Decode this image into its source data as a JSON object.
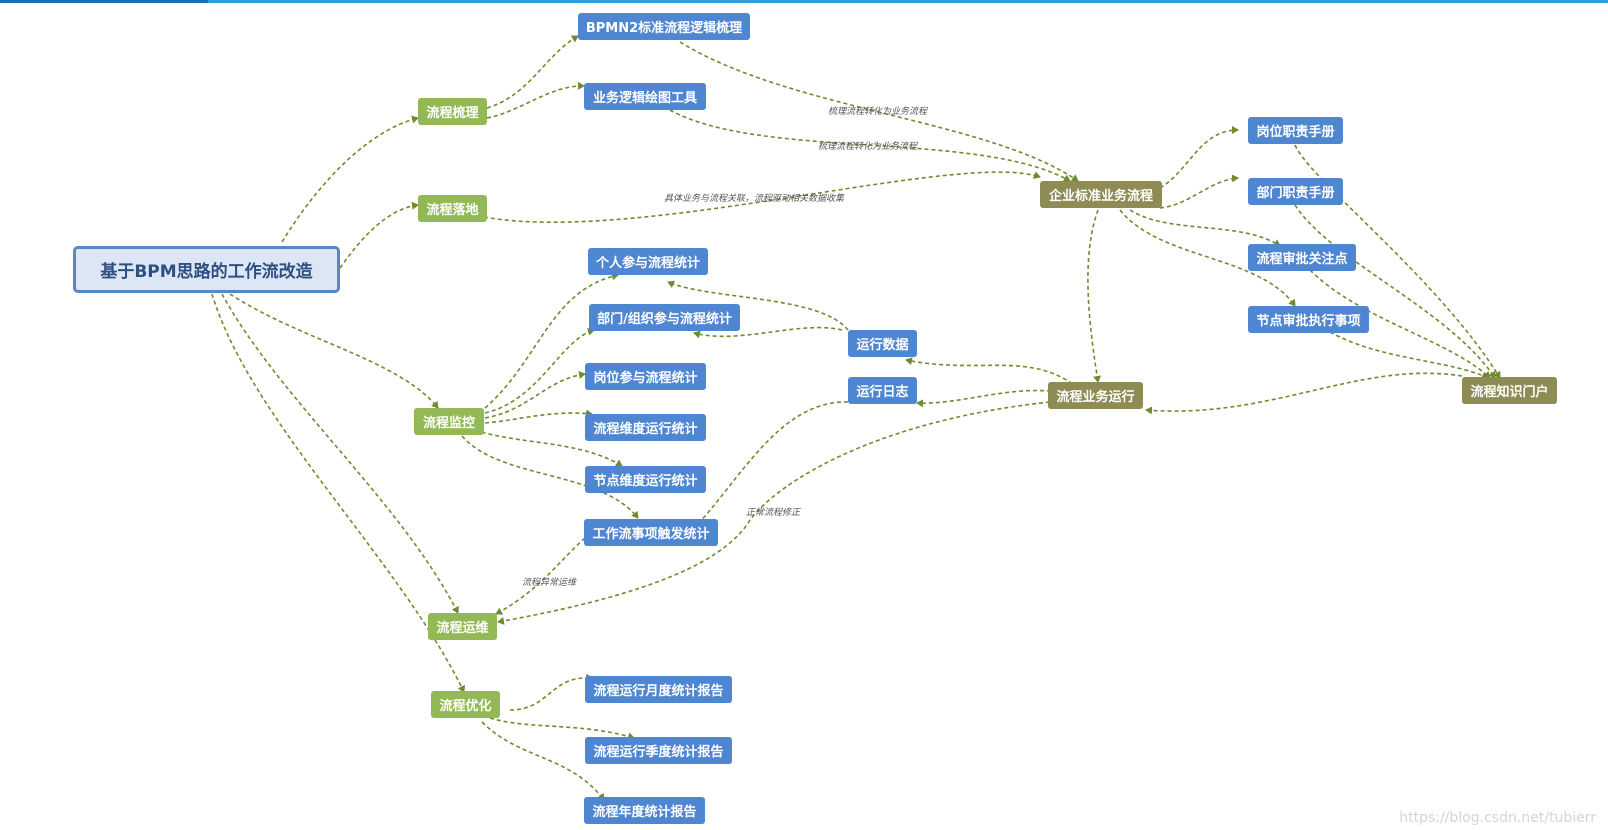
{
  "root": "基于BPM思路的工作流改造",
  "branches": {
    "b1": "流程梳理",
    "b2": "流程落地",
    "b3": "流程监控",
    "b4": "流程运维",
    "b5": "流程优化"
  },
  "leaves": {
    "bpmn2": "BPMN2标准流程逻辑梳理",
    "biz_tool": "业务逻辑绘图工具",
    "personal": "个人参与流程统计",
    "dept_org": "部门/组织参与流程统计",
    "post": "岗位参与流程统计",
    "flow_dim": "流程维度运行统计",
    "node_dim": "节点维度运行统计",
    "trigger": "工作流事项触发统计",
    "run_data": "运行数据",
    "run_log": "运行日志",
    "monthly": "流程运行月度统计报告",
    "quarterly": "流程运行季度统计报告",
    "annual": "流程年度统计报告",
    "post_manual": "岗位职责手册",
    "dept_manual": "部门职责手册",
    "approval_points": "流程审批关注点",
    "node_items": "节点审批执行事项"
  },
  "hubs": {
    "enterprise": "企业标准业务流程",
    "runtime": "流程业务运行",
    "portal": "流程知识门户"
  },
  "edge_labels": {
    "l1": "梳理流程转化为业务流程",
    "l2": "梳理流程转化为业务流程",
    "l3": "具体业务与流程关联，流程驱动相关数据收集",
    "l4": "正常流程修正",
    "l5": "流程异常运维"
  },
  "watermark": "https://blog.csdn.net/tubierr",
  "colors": {
    "root_fill": "#dce6f4",
    "root_border": "#5a86c6",
    "branch": "#92b956",
    "leaf": "#4f86d1",
    "hub": "#8e8b55",
    "connector": "#6e8c2e"
  }
}
